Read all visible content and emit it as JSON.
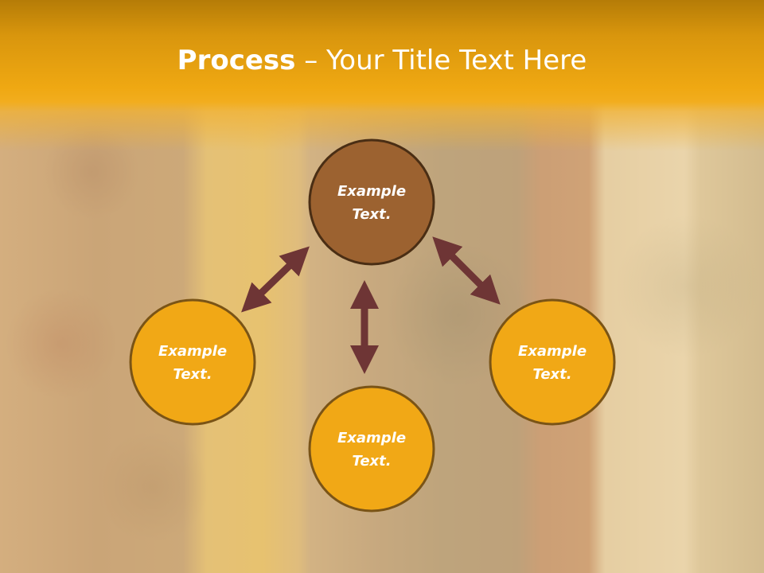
{
  "slide": {
    "title_bold": "Process",
    "title_sep": " – ",
    "title_rest": "Your Title Text Here"
  },
  "colors": {
    "header": "#efa812",
    "center_circle": "#9c6230",
    "outer_circle": "#f1a816",
    "circle_border": "#5a3a1a",
    "arrow": "#6e3535"
  },
  "nodes": [
    {
      "id": "top",
      "line1": "Example",
      "line2": "Text."
    },
    {
      "id": "left",
      "line1": "Example",
      "line2": "Text."
    },
    {
      "id": "bottom",
      "line1": "Example",
      "line2": "Text."
    },
    {
      "id": "right",
      "line1": "Example",
      "line2": "Text."
    }
  ]
}
